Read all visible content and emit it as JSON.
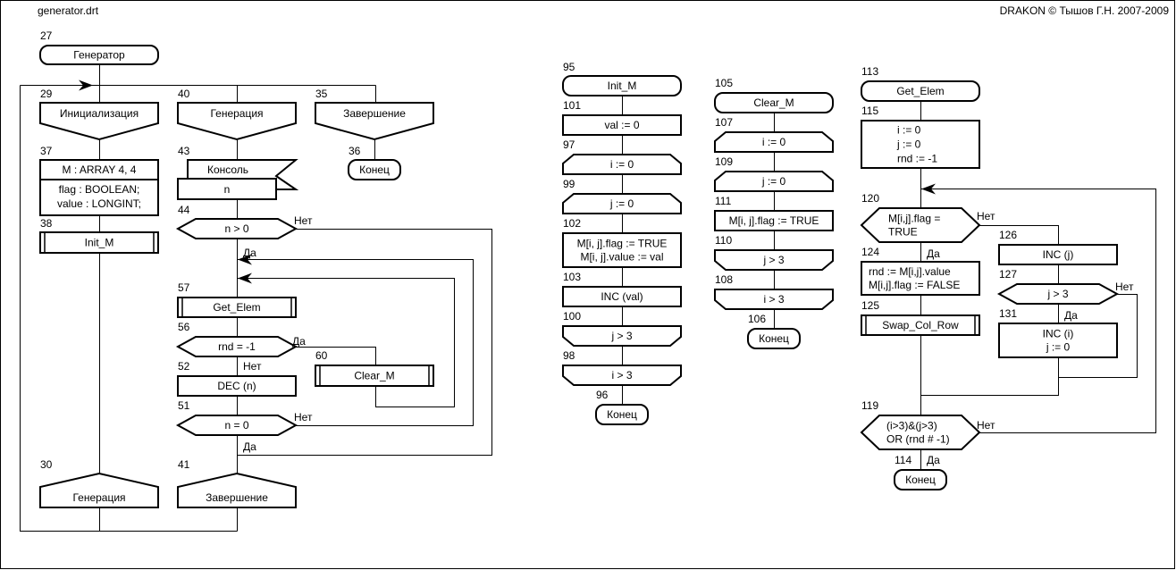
{
  "header": {
    "file_name": "generator.drt",
    "copyright": "DRAKON © Тышов Г.Н. 2007-2009"
  },
  "nodes": {
    "27": {
      "id": "27",
      "text": [
        "Генератор"
      ]
    },
    "29": {
      "id": "29",
      "text": [
        "Инициализация"
      ]
    },
    "40": {
      "id": "40",
      "text": [
        "Генерация"
      ]
    },
    "35": {
      "id": "35",
      "text": [
        "Завершение"
      ]
    },
    "37": {
      "id": "37",
      "text": [
        "M : ARRAY 4, 4",
        "flag : BOOLEAN;",
        "value : LONGINT;"
      ]
    },
    "38": {
      "id": "38",
      "text": [
        "Init_M"
      ]
    },
    "43": {
      "id": "43",
      "text": [
        "Консоль",
        "n"
      ]
    },
    "36": {
      "id": "36",
      "text": [
        "Конец"
      ]
    },
    "44": {
      "id": "44",
      "text": [
        "n > 0"
      ]
    },
    "57": {
      "id": "57",
      "text": [
        "Get_Elem"
      ]
    },
    "56": {
      "id": "56",
      "text": [
        "rnd = -1"
      ]
    },
    "52": {
      "id": "52",
      "text": [
        "DEC (n)"
      ]
    },
    "60": {
      "id": "60",
      "text": [
        "Clear_M"
      ]
    },
    "51": {
      "id": "51",
      "text": [
        "n = 0"
      ]
    },
    "30": {
      "id": "30",
      "text": [
        "Генерация"
      ]
    },
    "41": {
      "id": "41",
      "text": [
        "Завершение"
      ]
    },
    "95": {
      "id": "95",
      "text": [
        "Init_M"
      ]
    },
    "101": {
      "id": "101",
      "text": [
        "val := 0"
      ]
    },
    "97": {
      "id": "97",
      "text": [
        "i := 0"
      ]
    },
    "99": {
      "id": "99",
      "text": [
        "j := 0"
      ]
    },
    "102": {
      "id": "102",
      "text": [
        "M[i, j].flag := TRUE",
        "M[i, j].value := val"
      ]
    },
    "103": {
      "id": "103",
      "text": [
        "INC (val)"
      ]
    },
    "100": {
      "id": "100",
      "text": [
        "j > 3"
      ]
    },
    "98": {
      "id": "98",
      "text": [
        "i > 3"
      ]
    },
    "96": {
      "id": "96",
      "text": [
        "Конец"
      ]
    },
    "105": {
      "id": "105",
      "text": [
        "Clear_M"
      ]
    },
    "107": {
      "id": "107",
      "text": [
        "i := 0"
      ]
    },
    "109": {
      "id": "109",
      "text": [
        "j := 0"
      ]
    },
    "111": {
      "id": "111",
      "text": [
        "M[i, j].flag := TRUE"
      ]
    },
    "110": {
      "id": "110",
      "text": [
        "j > 3"
      ]
    },
    "108": {
      "id": "108",
      "text": [
        "i > 3"
      ]
    },
    "106": {
      "id": "106",
      "text": [
        "Конец"
      ]
    },
    "113": {
      "id": "113",
      "text": [
        "Get_Elem"
      ]
    },
    "115": {
      "id": "115",
      "text": [
        "i := 0",
        "j := 0",
        "rnd := -1"
      ]
    },
    "120": {
      "id": "120",
      "text": [
        "M[i,j].flag =",
        "TRUE"
      ]
    },
    "124": {
      "id": "124",
      "text": [
        "rnd := M[i,j].value",
        "M[i,j].flag := FALSE"
      ]
    },
    "125": {
      "id": "125",
      "text": [
        "Swap_Col_Row"
      ]
    },
    "126": {
      "id": "126",
      "text": [
        "INC (j)"
      ]
    },
    "127": {
      "id": "127",
      "text": [
        "j > 3"
      ]
    },
    "131": {
      "id": "131",
      "text": [
        "INC (i)",
        "j := 0"
      ]
    },
    "119": {
      "id": "119",
      "text": [
        "(i>3)&(j>3)",
        "OR (rnd # -1)"
      ]
    },
    "114": {
      "id": "114",
      "text": [
        "Конец"
      ]
    }
  },
  "branch_labels": [
    "Нет",
    "Да",
    "Да",
    "Нет",
    "Нет",
    "Да",
    "Нет",
    "Да",
    "Нет",
    "Да",
    "Нет",
    "Да"
  ]
}
